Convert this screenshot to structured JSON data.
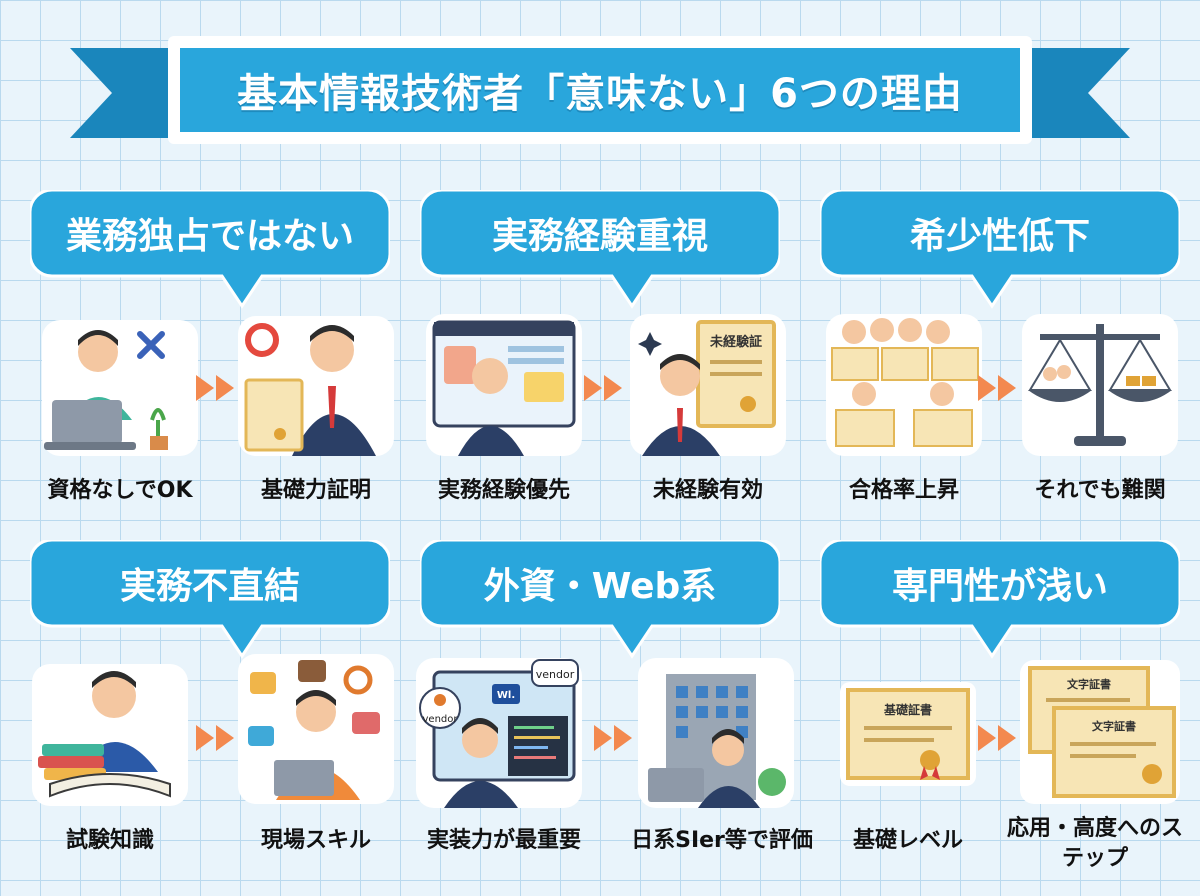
{
  "title": "基本情報技術者「意味ない」6つの理由",
  "colors": {
    "primary": "#29a6dc",
    "primary_dark": "#1a86bc",
    "arrow": "#f3894f",
    "navy": "#2b3f66",
    "cert_gold": "#e3b757"
  },
  "icons": [
    "cross-mark",
    "circle-mark",
    "sparkle",
    "scale",
    "folder",
    "briefcase",
    "gear",
    "camera",
    "laptop",
    "building",
    "books",
    "certificate"
  ],
  "reasons": [
    {
      "heading": "業務独占ではない",
      "left_caption": "資格なしでOK",
      "right_caption": "基礎力証明"
    },
    {
      "heading": "実務経験重視",
      "left_caption": "実務経験優先",
      "right_caption": "未経験有効",
      "cert_text": "未経験証"
    },
    {
      "heading": "希少性低下",
      "left_caption": "合格率上昇",
      "right_caption": "それでも難関"
    },
    {
      "heading": "実務不直結",
      "left_caption": "試験知識",
      "right_caption": "現場スキル"
    },
    {
      "heading": "外資・Web系",
      "left_caption": "実装力が最重要",
      "right_caption": "日系SIer等で評価",
      "bubble_vendor": "vendor",
      "bubble_wl": "Wl."
    },
    {
      "heading": "専門性が浅い",
      "left_caption": "基礎レベル",
      "right_caption": "応用・高度へのステップ",
      "cert_left": "基礎証書",
      "cert_right_a": "文字証書",
      "cert_right_b": "文字証書"
    }
  ]
}
